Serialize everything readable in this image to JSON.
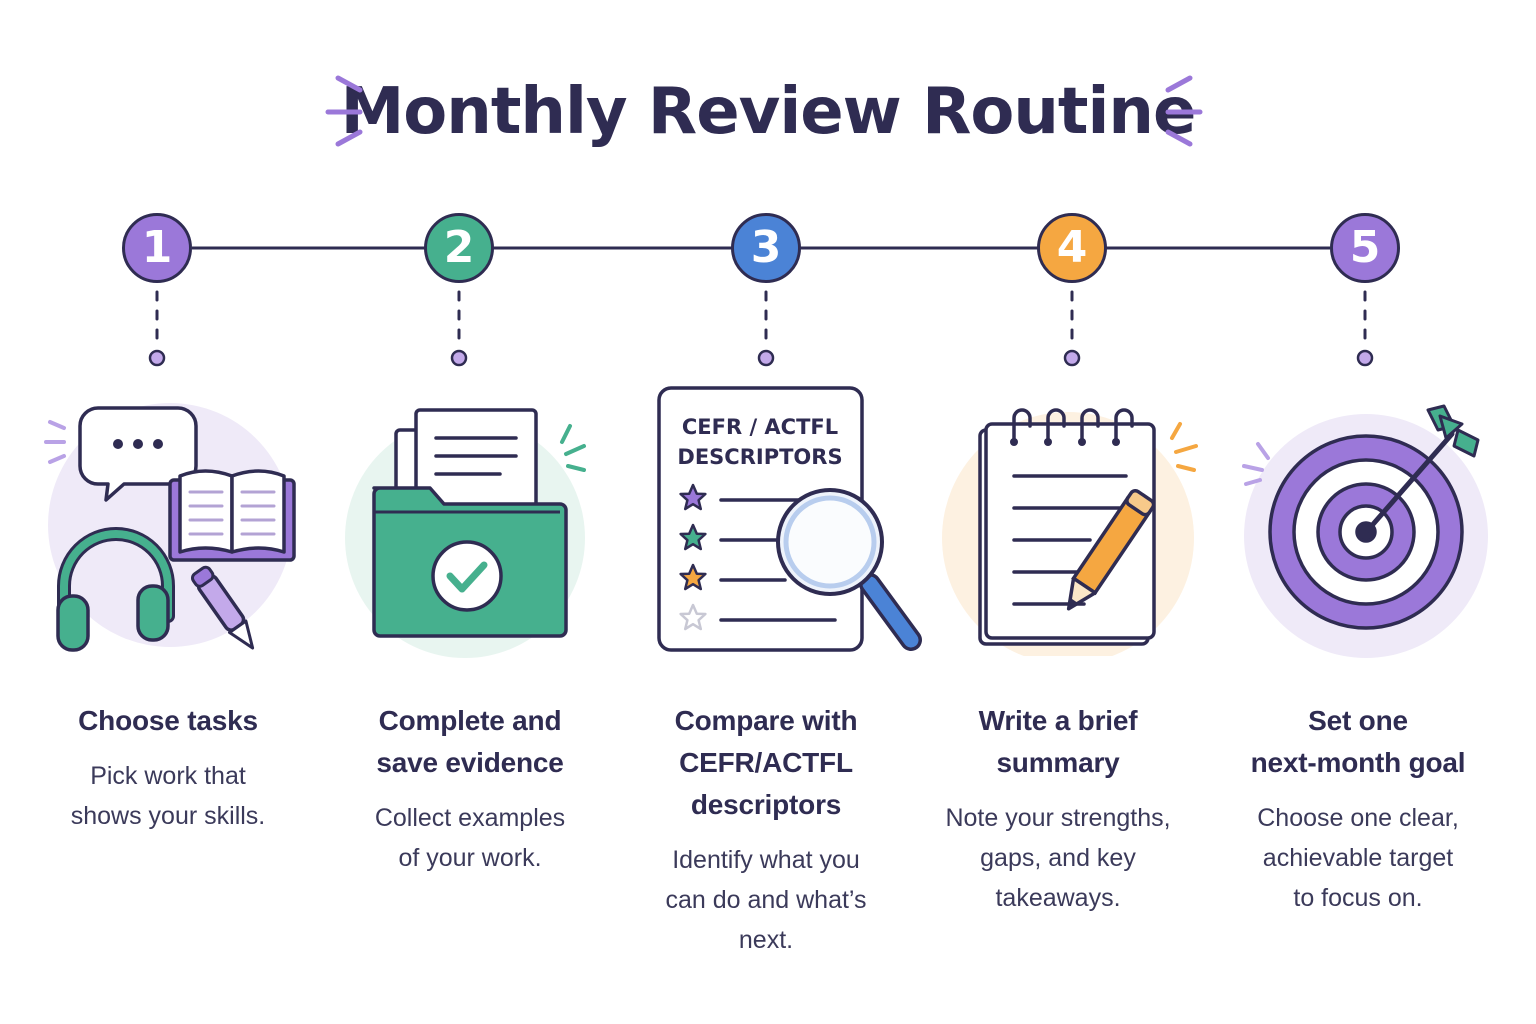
{
  "title": "Monthly Review Routine",
  "colors": {
    "dark": "#2f2c52",
    "purple": "#9b78d9",
    "green": "#46b08e",
    "blue": "#4b83d6",
    "orange": "#f5a741",
    "light_purple": "#ede7f8"
  },
  "steps": [
    {
      "number": "1",
      "color": "#9b78d9",
      "title_lines": [
        "Choose tasks"
      ],
      "desc_lines": [
        "Pick work that",
        "shows your skills."
      ],
      "icons": [
        "speech-bubble-icon",
        "open-book-icon",
        "headphones-icon",
        "pen-icon"
      ]
    },
    {
      "number": "2",
      "color": "#46b08e",
      "title_lines": [
        "Complete and",
        "save evidence"
      ],
      "desc_lines": [
        "Collect examples",
        "of your work."
      ],
      "icons": [
        "folder-icon",
        "document-icon",
        "checkmark-icon"
      ]
    },
    {
      "number": "3",
      "color": "#4b83d6",
      "title_lines": [
        "Compare with",
        "CEFR/ACTFL",
        "descriptors"
      ],
      "desc_lines": [
        "Identify what you",
        "can do and what’s",
        "next."
      ],
      "card_lines": [
        "CEFR / ACTFL",
        "DESCRIPTORS"
      ],
      "icons": [
        "descriptor-sheet-icon",
        "star-icon",
        "magnifying-glass-icon"
      ]
    },
    {
      "number": "4",
      "color": "#f5a741",
      "title_lines": [
        "Write a brief",
        "summary"
      ],
      "desc_lines": [
        "Note your strengths,",
        "gaps, and key",
        "takeaways."
      ],
      "icons": [
        "notepad-icon",
        "pencil-icon"
      ]
    },
    {
      "number": "5",
      "color": "#9b78d9",
      "title_lines": [
        "Set one",
        "next-month goal"
      ],
      "desc_lines": [
        "Choose one clear,",
        "achievable target",
        "to focus on."
      ],
      "icons": [
        "target-icon",
        "arrow-icon"
      ]
    }
  ]
}
